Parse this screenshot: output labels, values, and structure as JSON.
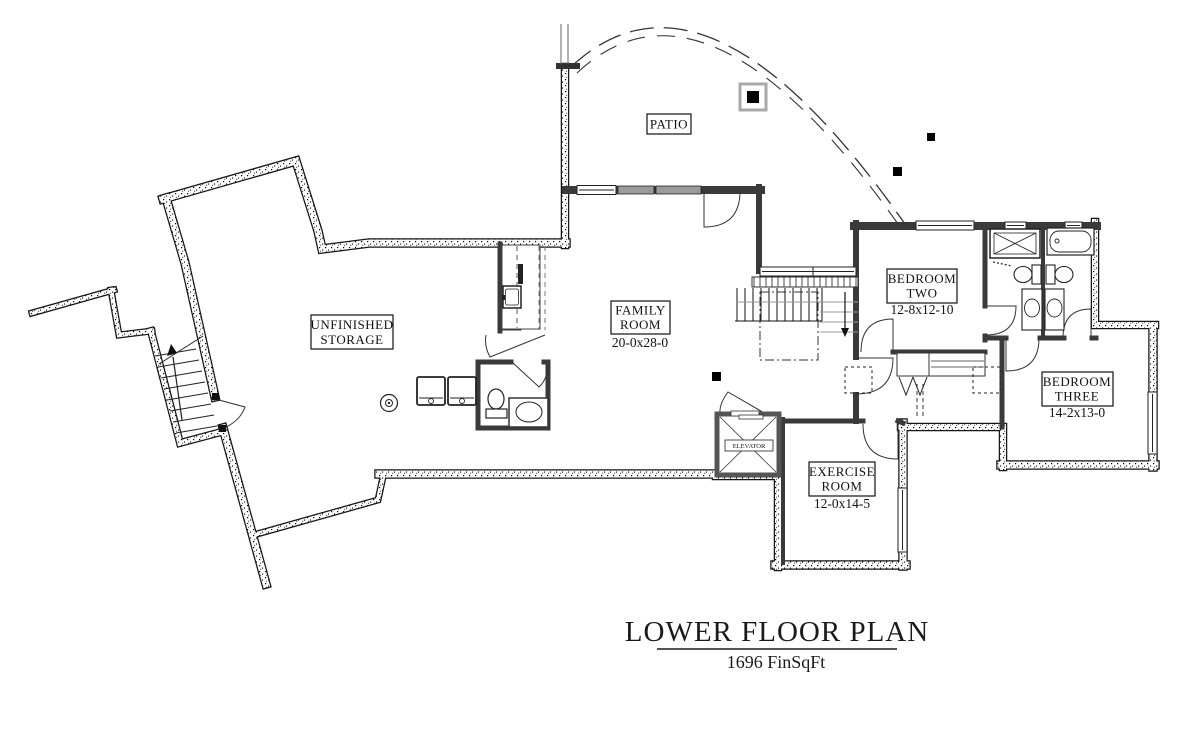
{
  "title": {
    "main": "LOWER FLOOR PLAN",
    "subtitle": "1696 FinSqFt"
  },
  "labels": {
    "patio": "PATIO",
    "storage_line1": "UNFINISHED",
    "storage_line2": "STORAGE",
    "family_line1": "FAMILY",
    "family_line2": "ROOM",
    "family_dims": "20-0x28-0",
    "bedroom2_line1": "BEDROOM",
    "bedroom2_line2": "TWO",
    "bedroom2_dims": "12-8x12-10",
    "bedroom3_line1": "BEDROOM",
    "bedroom3_line2": "THREE",
    "bedroom3_dims": "14-2x13-0",
    "exercise_line1": "EXERCISE",
    "exercise_line2": "ROOM",
    "exercise_dims": "12-0x14-5",
    "elevator": "ELEVATOR"
  },
  "colors": {
    "paper": "#ffffff",
    "wall_interior": "#3a3a3a",
    "wall_edge": "#151515",
    "window_panel_gray": "#9a9a9a",
    "text": "#111111"
  }
}
